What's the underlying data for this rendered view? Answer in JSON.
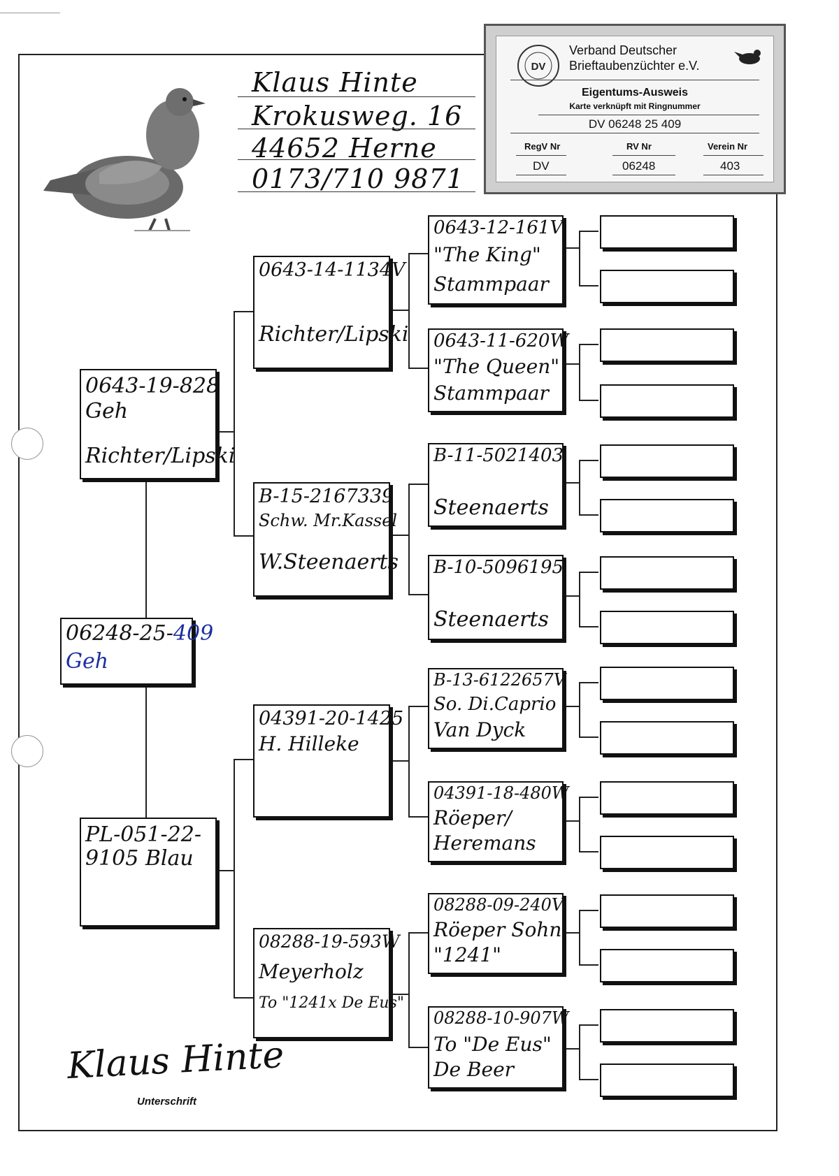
{
  "owner": {
    "name": "Klaus Hinte",
    "street": "Krokusweg. 16",
    "city": "44652 Herne",
    "phone": "0173/710 9871"
  },
  "card": {
    "org_line1": "Verband Deutscher",
    "org_line2": "Brieftaubenzüchter e.V.",
    "doc_title": "Eigentums-Ausweis",
    "doc_subtitle": "Karte verknüpft mit Ringnummer",
    "ring_number": "DV 06248 25 409",
    "logo_text": "DV",
    "columns": [
      {
        "label": "RegV Nr",
        "value": "DV"
      },
      {
        "label": "RV Nr",
        "value": "06248"
      },
      {
        "label": "Verein Nr",
        "value": "403"
      }
    ]
  },
  "subject": {
    "line1_prefix": "06248-25-",
    "line1_suffix": "409",
    "line2": "Geh"
  },
  "parents": {
    "father": {
      "lines": [
        "0643-19-828",
        "Geh",
        "",
        "Richter/Lipski"
      ]
    },
    "mother": {
      "lines": [
        "PL-051-22-",
        "9105 Blau"
      ]
    }
  },
  "grandparents": [
    {
      "lines": [
        "0643-14-1134V",
        "",
        "Richter/Lipski"
      ]
    },
    {
      "lines": [
        "B-15-2167339",
        "Schw. Mr.Kassel",
        "W.Steenaerts"
      ]
    },
    {
      "lines": [
        "04391-20-1425",
        "H. Hilleke"
      ]
    },
    {
      "lines": [
        "08288-19-593W",
        "Meyerholz",
        "To \"1241x De Eus\""
      ]
    }
  ],
  "great_grandparents": [
    {
      "lines": [
        "0643-12-161V",
        "\"The King\"",
        "Stammpaar"
      ]
    },
    {
      "lines": [
        "0643-11-620W",
        "\"The Queen\"",
        "Stammpaar"
      ]
    },
    {
      "lines": [
        "B-11-5021403",
        "",
        "Steenaerts"
      ]
    },
    {
      "lines": [
        "B-10-5096195",
        "",
        "Steenaerts"
      ]
    },
    {
      "lines": [
        "B-13-6122657V",
        "So. Di.Caprio",
        "Van Dyck"
      ]
    },
    {
      "lines": [
        "04391-18-480W",
        "Röeper/",
        "Heremans"
      ]
    },
    {
      "lines": [
        "08288-09-240V",
        "Röeper Sohn",
        "\"1241\""
      ]
    },
    {
      "lines": [
        "08288-10-907W",
        "To \"De Eus\"",
        "De Beer"
      ]
    }
  ],
  "signature": {
    "name": "Klaus Hinte",
    "label": "Unterschrift"
  }
}
